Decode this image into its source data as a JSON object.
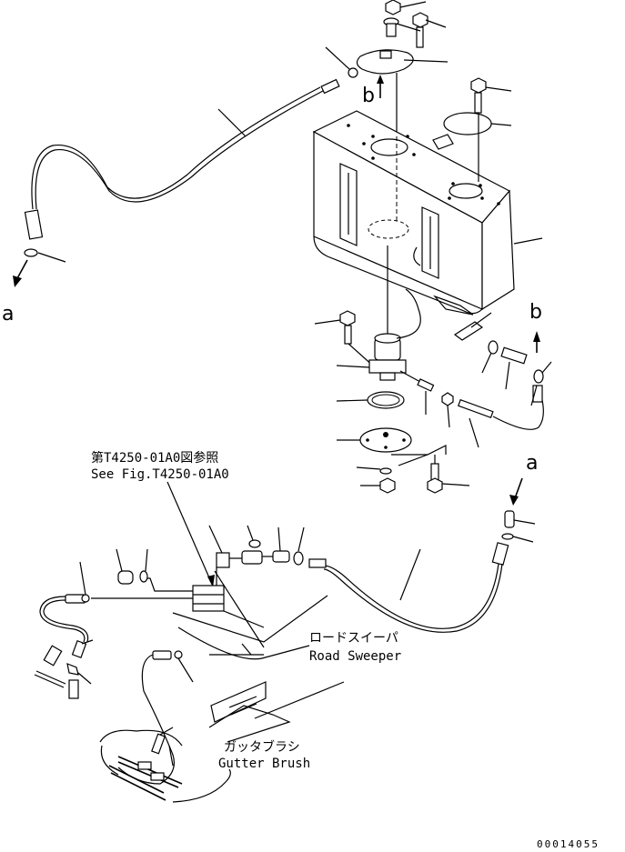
{
  "labels": {
    "arrow_a_left": "a",
    "arrow_a_right": "a",
    "arrow_b_top": "b",
    "arrow_b_right": "b",
    "ref_jp": "第T4250-01A0図参照",
    "ref_en": "See Fig.T4250-01A0",
    "road_sweeper_jp": "ロードスイーパ",
    "road_sweeper_en": "Road Sweeper",
    "gutter_brush_jp": "ガッタブラシ",
    "gutter_brush_en": "Gutter Brush",
    "drawing_number": "00014055"
  }
}
